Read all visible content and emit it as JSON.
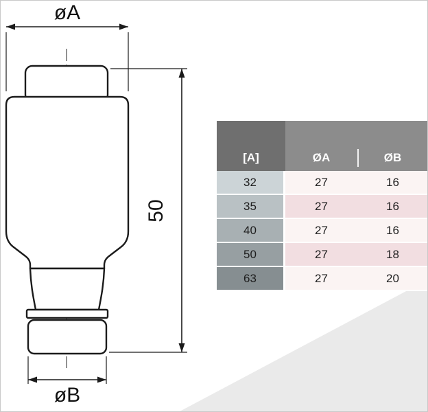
{
  "diagram": {
    "dim_top_label": "øA",
    "dim_height_label": "50",
    "dim_bottom_label": "øB"
  },
  "table": {
    "headers": [
      "[A]",
      "ØA",
      "ØB"
    ],
    "rows": [
      [
        "32",
        "27",
        "16"
      ],
      [
        "35",
        "27",
        "16"
      ],
      [
        "40",
        "27",
        "16"
      ],
      [
        "50",
        "27",
        "18"
      ],
      [
        "63",
        "27",
        "20"
      ]
    ]
  },
  "colors": {
    "outline": "#1b1b1b",
    "header_bg": "#8c8c8c",
    "header_col_a_bg": "#6f6f6f",
    "col_a_row_shades": [
      "#ccd4d7",
      "#b9c1c4",
      "#a8b0b3",
      "#979fa2",
      "#868e91"
    ],
    "data_row_light": "#fbf4f3",
    "data_row_pink": "#f2dee1",
    "watermark": "#eaeaea"
  }
}
